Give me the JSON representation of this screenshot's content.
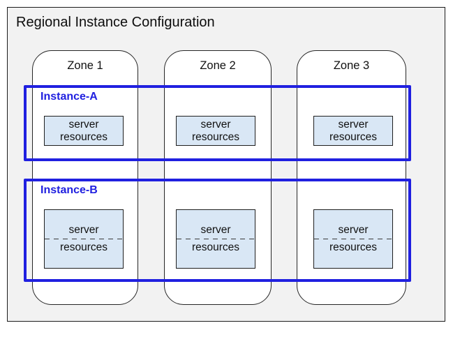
{
  "title": "Regional Instance Configuration",
  "zones": [
    {
      "label": "Zone 1"
    },
    {
      "label": "Zone 2"
    },
    {
      "label": "Zone 3"
    }
  ],
  "instances": [
    {
      "label": "Instance-A"
    },
    {
      "label": "Instance-B"
    }
  ],
  "server_box": {
    "line1": "server",
    "line2": "resources"
  },
  "colors": {
    "accent_blue": "#2020e0",
    "server_box_fill": "#d9e7f5",
    "region_background": "#f2f2f2"
  }
}
